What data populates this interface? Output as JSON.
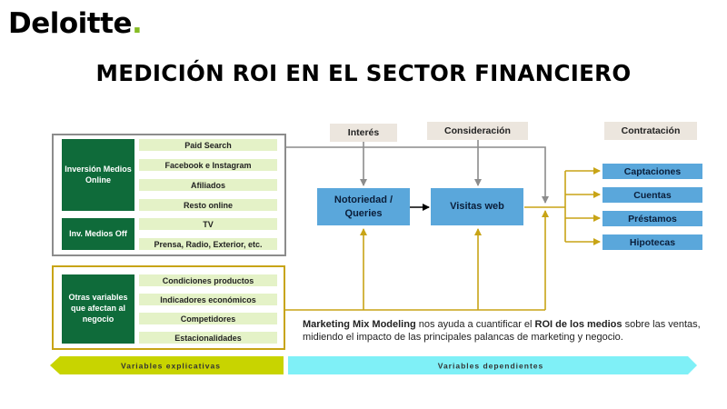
{
  "logo": {
    "text": "Deloitte",
    "dot": "."
  },
  "title": "MEDICIÓN ROI EN EL SECTOR FINANCIERO",
  "stages": {
    "interes": "Interés",
    "consideracion": "Consideración",
    "contratacion": "Contratación"
  },
  "online_group": {
    "label": "Inversión Medios Online",
    "items": [
      "Paid Search",
      "Facebook e Instagram",
      "Afiliados",
      "Resto online"
    ]
  },
  "offline_group": {
    "label": "Inv. Medios Off",
    "items": [
      "TV",
      "Prensa, Radio, Exterior, etc."
    ]
  },
  "other_group": {
    "label": "Otras variables que afectan al negocio",
    "items": [
      "Condiciones productos",
      "Indicadores económicos",
      "Competidores",
      "Estacionalidades"
    ]
  },
  "funnel": {
    "notoriedad": "Notoriedad / Queries",
    "visitas": "Visitas web"
  },
  "outcomes": [
    "Captaciones",
    "Cuentas",
    "Préstamos",
    "Hipotecas"
  ],
  "description": {
    "part1": "Marketing Mix Modeling",
    "part2": " nos ayuda a cuantificar el ",
    "part3": "ROI de los medios",
    "part4": " sobre las ventas, midiendo el impacto de las principales palancas de marketing y negocio."
  },
  "banners": {
    "explicativas": "Variables explicativas",
    "dependientes": "Variables dependientes"
  },
  "colors": {
    "dark_green": "#0f6b3a",
    "light_green": "#e4f2c7",
    "blue": "#5aa7db",
    "gold": "#c8a416",
    "gray": "#8c8c8c",
    "lime": "#c8d400",
    "cyan": "#7ff0f7"
  }
}
